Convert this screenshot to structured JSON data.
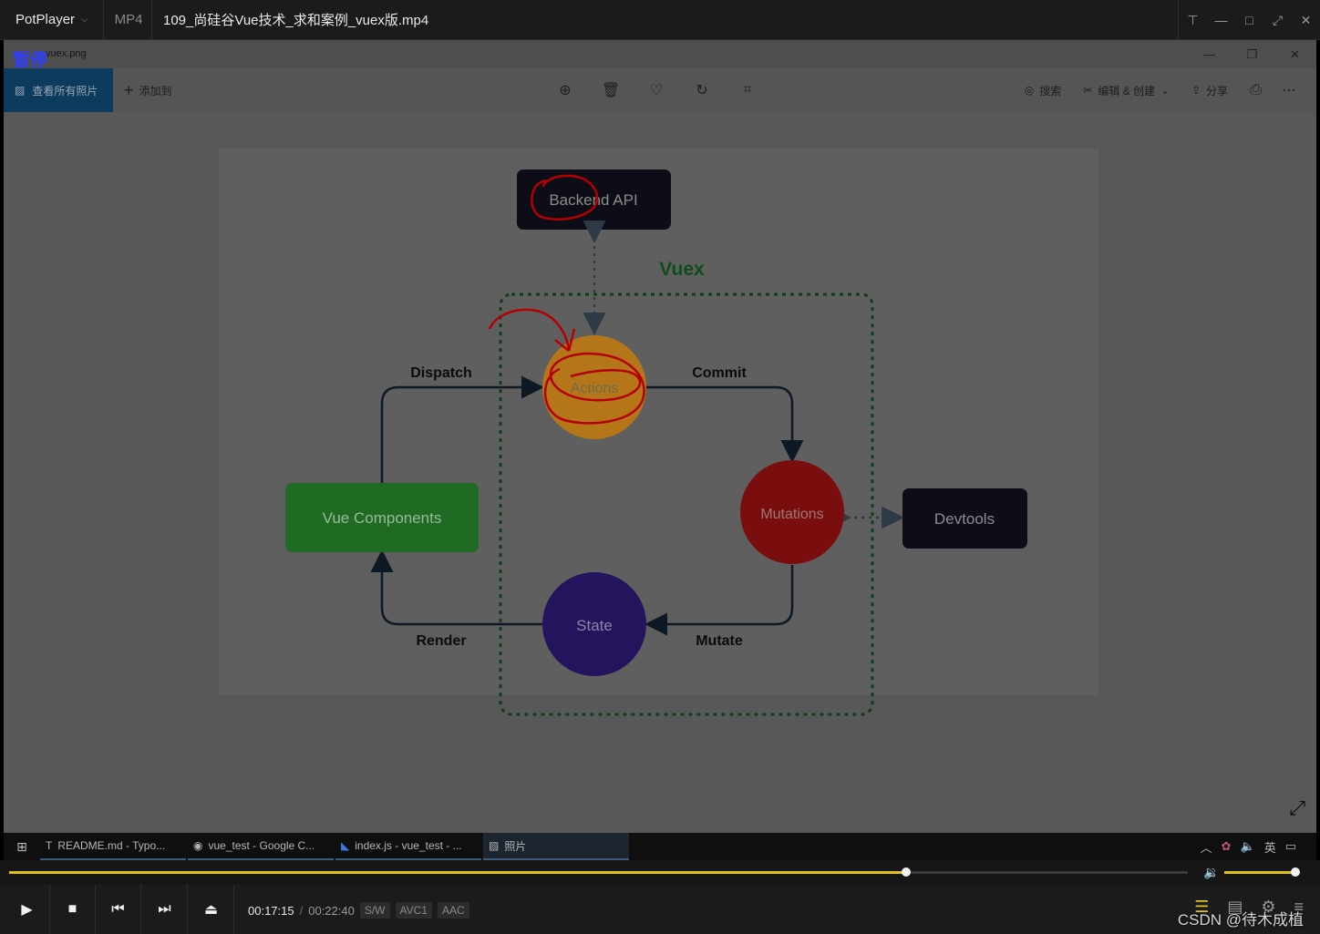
{
  "player": {
    "app_name": "PotPlayer",
    "format": "MP4",
    "file_title": "109_尚硅谷Vue技术_求和案例_vuex版.mp4",
    "window_controls": [
      "pin-icon",
      "minimize-icon",
      "maximize-icon",
      "fullscreen-icon",
      "close-icon"
    ]
  },
  "photos_window": {
    "file_name": "vuex.png",
    "paused_overlay": "暂停",
    "view_all_label": "查看所有照片",
    "add_to_label": "添加到",
    "toolbar_icons": [
      "zoom-icon",
      "delete-icon",
      "favorite-icon",
      "rotate-icon",
      "crop-icon"
    ],
    "search_label": "搜索",
    "edit_create_label": "编辑 & 创建",
    "share_label": "分享",
    "print_icon": "print-icon",
    "more_icon": "more-icon"
  },
  "diagram": {
    "backend_api": "Backend API",
    "vuex_label": "Vuex",
    "actions": "Actions",
    "mutations": "Mutations",
    "state": "State",
    "vue_components": "Vue Components",
    "devtools": "Devtools",
    "dispatch": "Dispatch",
    "commit": "Commit",
    "mutate": "Mutate",
    "render": "Render",
    "colors": {
      "actions": "#b5761a",
      "mutations": "#7a0d0d",
      "state": "#24145e",
      "vue_components": "#1f6b23",
      "dark_box": "#0d0d18",
      "vuex_border": "#1c4d20",
      "annotation": "#b50000"
    }
  },
  "taskbar": {
    "tasks": [
      {
        "icon": "typora-icon",
        "label": "README.md - Typo..."
      },
      {
        "icon": "chrome-icon",
        "label": "vue_test - Google C..."
      },
      {
        "icon": "vscode-icon",
        "label": "index.js - vue_test - ..."
      },
      {
        "icon": "photos-icon",
        "label": "照片"
      }
    ],
    "ime_label": "英"
  },
  "playback": {
    "current_time": "00:17:15",
    "separator": "/",
    "total_time": "00:22:40",
    "decoder_badges": [
      "S/W",
      "AVC1",
      "AAC"
    ],
    "progress": 0.7613,
    "volume": 0.98
  },
  "watermark": "CSDN @待木成植"
}
